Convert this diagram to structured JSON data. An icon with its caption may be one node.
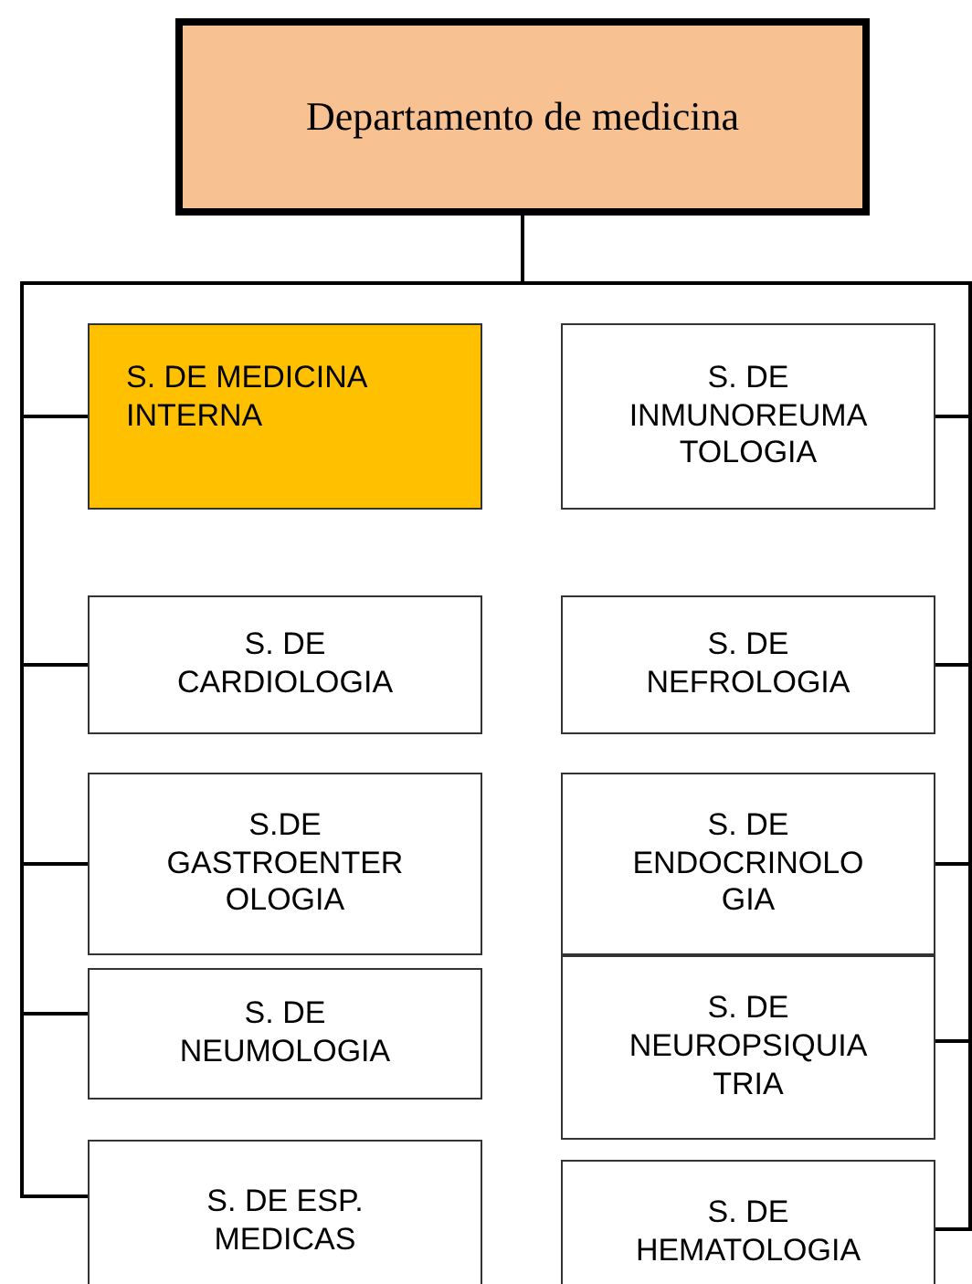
{
  "diagram": {
    "nodes": [
      {
        "text": [
          "Departamento de medicina"
        ]
      },
      {
        "text": [
          "S. DE MEDICINA INTERNA"
        ]
      },
      {
        "text": [
          "S. DE CARDIOLOGIA"
        ]
      },
      {
        "text": [
          "S.DE GASTROENTER OLOGIA"
        ]
      },
      {
        "text": [
          "S. DE NEUMOLOGIA"
        ]
      },
      {
        "text": [
          "S. DE ESP. MEDICAS"
        ]
      },
      {
        "text": [
          "S. DE INMUNOREUMA TOLOGIA"
        ]
      },
      {
        "text": [
          "S. DE NEFROLOGIA"
        ]
      },
      {
        "text": [
          "S. DE ENDOCRINOLO GIA"
        ]
      },
      {
        "text": [
          "S. DE NEUROPSIQUIA TRIA"
        ]
      },
      {
        "text": [
          "S. DE HEMATOLOGIA"
        ]
      }
    ],
    "edges": [
      {
        "from": 0,
        "to": 1,
        "arrow": "none"
      },
      {
        "from": 0,
        "to": 2,
        "arrow": "none"
      },
      {
        "from": 0,
        "to": 3,
        "arrow": "none"
      },
      {
        "from": 0,
        "to": 4,
        "arrow": "none"
      },
      {
        "from": 0,
        "to": 5,
        "arrow": "none"
      },
      {
        "from": 0,
        "to": 6,
        "arrow": "none"
      },
      {
        "from": 0,
        "to": 7,
        "arrow": "none"
      },
      {
        "from": 0,
        "to": 8,
        "arrow": "none"
      },
      {
        "from": 0,
        "to": 9,
        "arrow": "none"
      },
      {
        "from": 0,
        "to": 10,
        "arrow": "none"
      }
    ]
  }
}
